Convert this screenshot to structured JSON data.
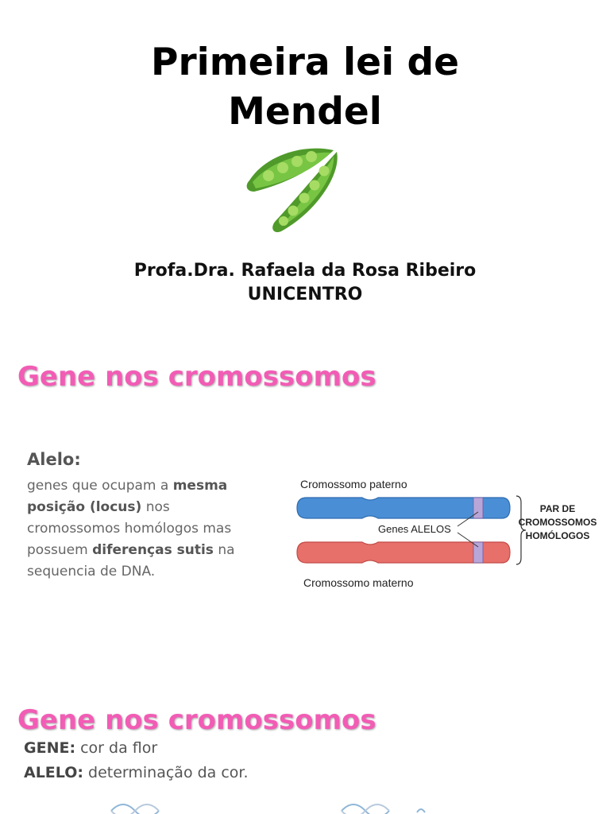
{
  "header": {
    "title_line1": "Primeira lei de",
    "title_line2": "Mendel",
    "author_name": "Profa.Dra. Rafaela da Rosa Ribeiro",
    "institution": "UNICENTRO"
  },
  "section1": {
    "title": "Gene nos cromossomos",
    "alelo_heading": "Alelo:",
    "text_a": "genes que ocupam a ",
    "bold_a": "mesma posição (locus)",
    "text_b": " nos cromossomos homólogos mas possuem ",
    "bold_b": "diferenças sutis",
    "text_c": " na sequencia de DNA.",
    "diagram": {
      "label_paternal": "Cromossomo paterno",
      "label_maternal": "Cromossomo materno",
      "label_alleles": "Genes ALELOS",
      "label_pair_1": "PAR DE",
      "label_pair_2": "CROMOSSOMOS",
      "label_pair_3": "HOMÓLOGOS",
      "color_paternal": "#4a8fd6",
      "color_maternal": "#e8706a",
      "color_gene": "#b9a6d8"
    }
  },
  "section2": {
    "title": "Gene nos cromossomos",
    "gene_label": "GENE:",
    "gene_value": " cor da flor",
    "allele_label": "ALELO:",
    "allele_value": " determinação da cor."
  },
  "colors": {
    "accent_pink": "#f25cb5",
    "pea_green": "#6cbf3c"
  },
  "icons": {
    "pea": "pea-pod-icon"
  }
}
